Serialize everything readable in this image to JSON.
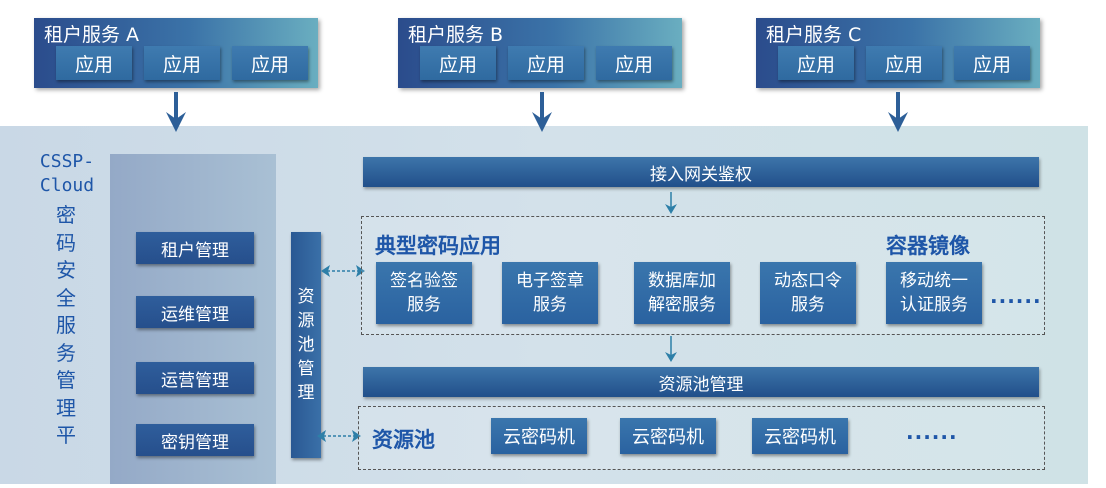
{
  "tenants": [
    {
      "title": "租户服务 A",
      "apps": [
        "应用",
        "应用",
        "应用"
      ]
    },
    {
      "title": "租户服务 B",
      "apps": [
        "应用",
        "应用",
        "应用"
      ]
    },
    {
      "title": "租户服务 C",
      "apps": [
        "应用",
        "应用",
        "应用"
      ]
    }
  ],
  "platform": {
    "brand_line1": "CSSP-",
    "brand_line2": "Cloud",
    "title_chars": [
      "密",
      "码",
      "安",
      "全",
      "服",
      "务",
      "管",
      "理",
      "平"
    ]
  },
  "management": [
    "租户管理",
    "运维管理",
    "运营管理",
    "密钥管理"
  ],
  "pool_bar_chars": [
    "资",
    "源",
    "池",
    "管",
    "理"
  ],
  "gateway": "接入网关鉴权",
  "apps_section": {
    "title": "典型密码应用",
    "container_title": "容器镜像",
    "services": [
      {
        "line1": "签名验签",
        "line2": "服务"
      },
      {
        "line1": "电子签章",
        "line2": "服务"
      },
      {
        "line1": "数据库加",
        "line2": "解密服务"
      },
      {
        "line1": "动态口令",
        "line2": "服务"
      },
      {
        "line1": "移动统一",
        "line2": "认证服务"
      }
    ],
    "ellipsis": "......"
  },
  "pool_management": "资源池管理",
  "resource_pool": {
    "title": "资源池",
    "machines": [
      "云密码机",
      "云密码机",
      "云密码机"
    ],
    "ellipsis": "......"
  },
  "colors": {
    "accent_text": "#1e56a8",
    "button_blue": "#2f6aa0",
    "platform_bg": "#cfdde8"
  }
}
